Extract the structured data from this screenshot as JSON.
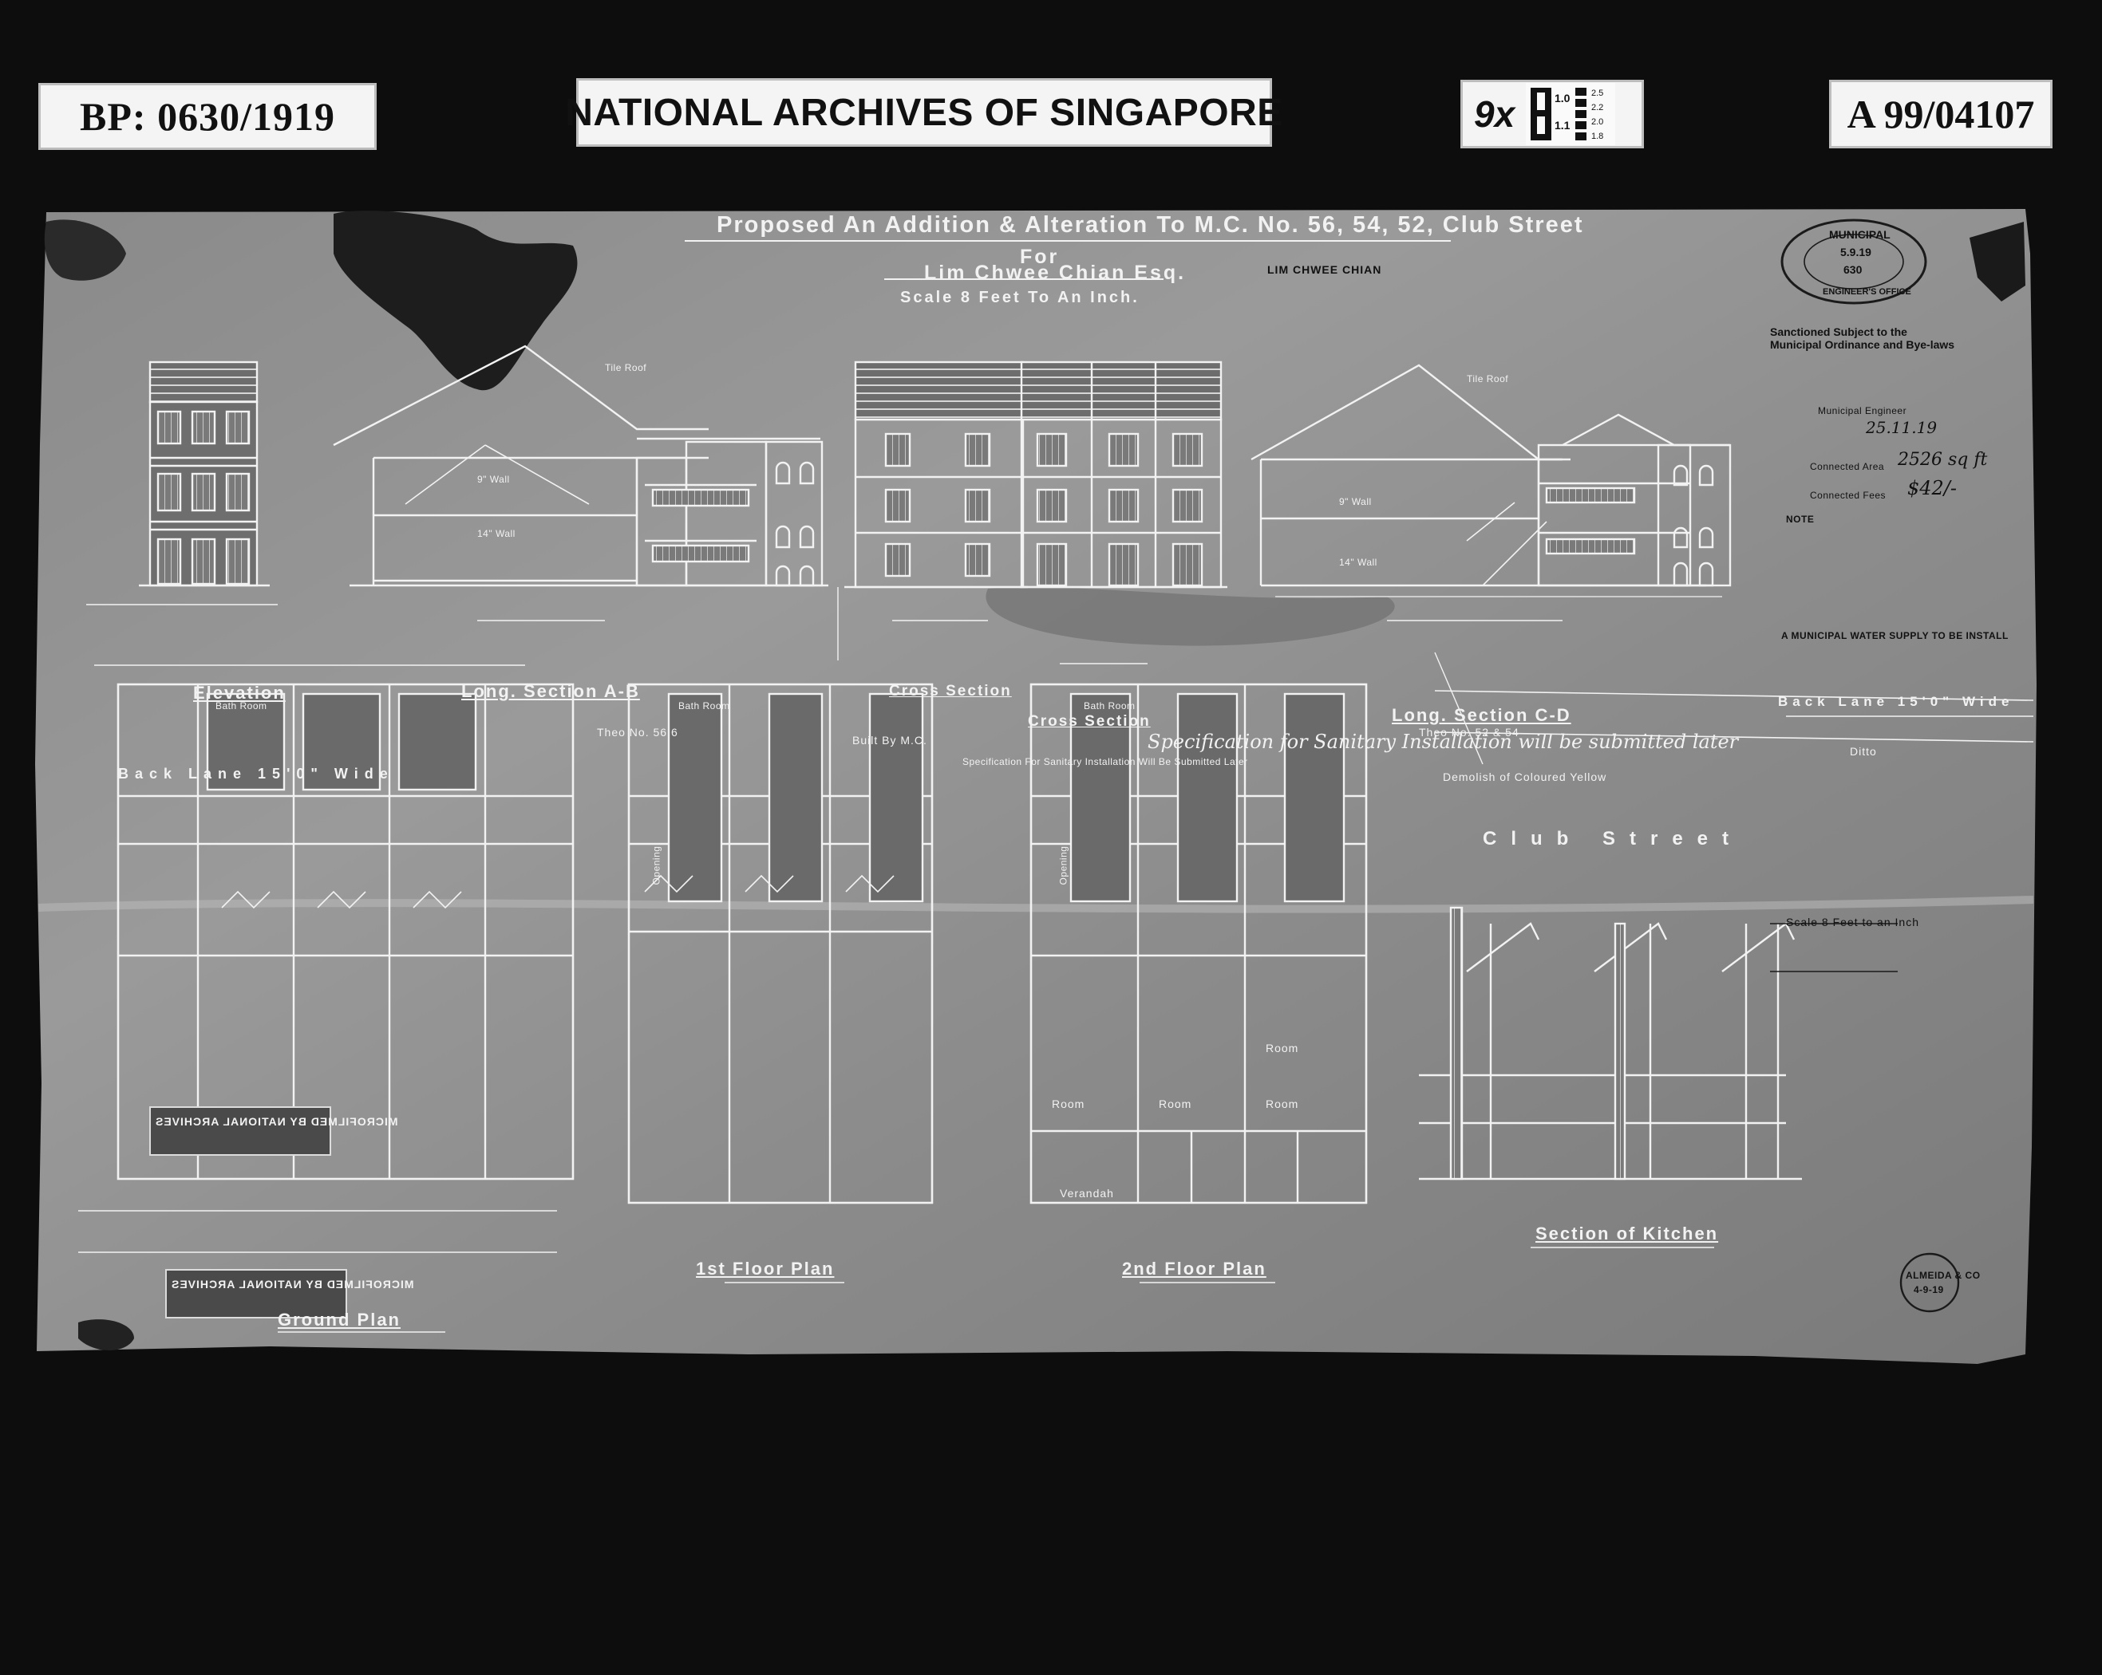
{
  "header": {
    "bp_number": "BP: 0630/1919",
    "archive": "NATIONAL ARCHIVES OF SINGAPORE",
    "reduction": "9x",
    "accession": "A 99/04107",
    "scale_marks": [
      "1.0",
      "1.1",
      "2.5",
      "2.2",
      "2.0",
      "1.8"
    ]
  },
  "drawing": {
    "title": "Proposed An Addition & Alteration To M.C. No. 56, 54, 52, Club Street",
    "for_label": "For",
    "client": "Lim Chwee Chian Esq.",
    "scale": "Scale 8 Feet To An Inch.",
    "owner_stamp": "LIM CHWEE CHIAN",
    "views": {
      "elevation": "Elevation",
      "long_section_ab": "Long. Section A-B",
      "cross_section_1": "Cross Section",
      "cross_section_2": "Cross Section",
      "long_section_cd": "Long. Section C-D",
      "ground_plan": "Ground Plan",
      "first_floor": "1st Floor Plan",
      "second_floor": "2nd Floor Plan",
      "kitchen": "Section of Kitchen"
    },
    "notes": {
      "theo_566": "Theo No. 56 6",
      "theo_5254": "Theo No. 52 & 54",
      "built_by": "Built By M.C.",
      "spec_note": "Specification For Sanitary Installation Will Be Submitted Later",
      "spec_hand": "Specification for Sanitary Installation will be submitted later",
      "demolish": "Demolish of Coloured Yellow",
      "back_lane_top": "Back Lane 15'0\" Wide",
      "back_lane_right": "Back Lane 15'0\" Wide",
      "club_street": "Club Street",
      "ditto": "Ditto",
      "scale_kitchen": "Scale 8 Feet to an Inch",
      "verandah": "Verandah",
      "room": "Room",
      "bath_room": "Bath Room",
      "opening": "Opening",
      "wall_9": "9\" Wall",
      "wall_14": "14\" Wall",
      "tile_roof": "Tile Roof"
    },
    "approval": {
      "stamp_top": "MUNICIPAL",
      "stamp_bottom": "ENGINEER'S OFFICE",
      "stamp_date": "5.9.19",
      "stamp_number": "630",
      "sanctioned": "Sanctioned Subject to the Municipal Ordinance and Bye-laws",
      "municipal_engineer": "Municipal Engineer",
      "date_hand": "25.11.19",
      "connected_area": "Connected Area",
      "area_value": "2526 sq ft",
      "fees_label": "Connected Fees",
      "fees_value": "$42/-",
      "note": "NOTE",
      "water_supply": "A MUNICIPAL WATER SUPPLY TO BE INSTALL",
      "architect_stamp": "ALMEIDA & CO",
      "architect_date": "4-9-19"
    },
    "microfilm_stamp": "MICROFILMED BY NATIONAL ARCHIVES"
  }
}
